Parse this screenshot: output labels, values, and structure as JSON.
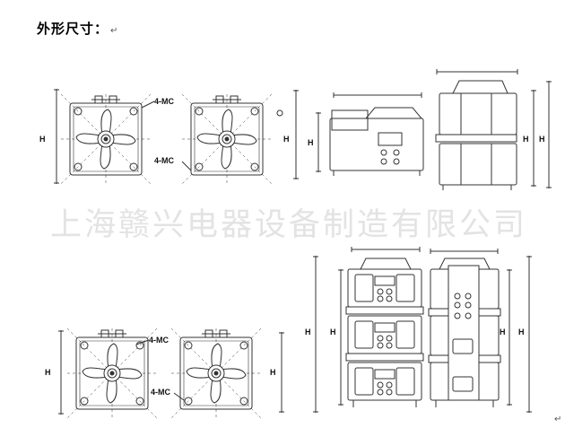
{
  "heading": "外形尺寸：",
  "return_mark": "↵",
  "watermark": "上海赣兴电器设备制造有限公司",
  "labels": {
    "mc": "4-MC",
    "h": "H"
  },
  "colors": {
    "line": "#333333",
    "watermark": "#e3e3e3"
  }
}
